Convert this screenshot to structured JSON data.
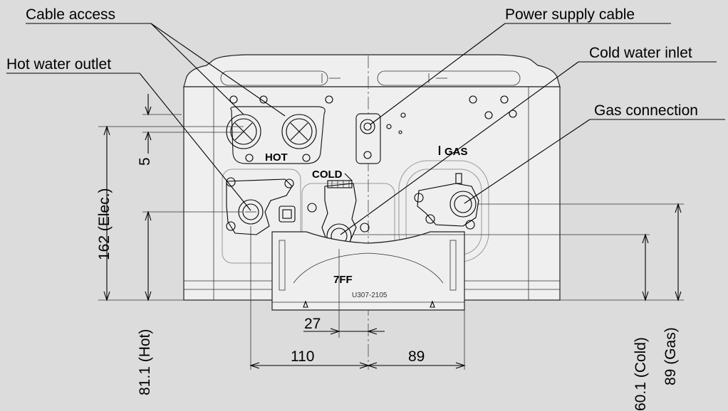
{
  "callouts": {
    "cable_access": "Cable access",
    "power_supply_cable": "Power supply cable",
    "hot_water_outlet": "Hot water outlet",
    "cold_water_inlet": "Cold water inlet",
    "gas_connection": "Gas connection"
  },
  "dimensions": {
    "d5": "5",
    "elec": "162 (Elec.)",
    "hot": "81.1 (Hot)",
    "cold": "60.1 (Cold)",
    "gas": "89 (Gas)",
    "d27": "27",
    "d110": "110",
    "d89": "89"
  },
  "unit_markings": {
    "hot": "HOT",
    "cold": "COLD",
    "gas": "GAS",
    "center": "7FF",
    "bottom_plate": "U307-2105"
  }
}
